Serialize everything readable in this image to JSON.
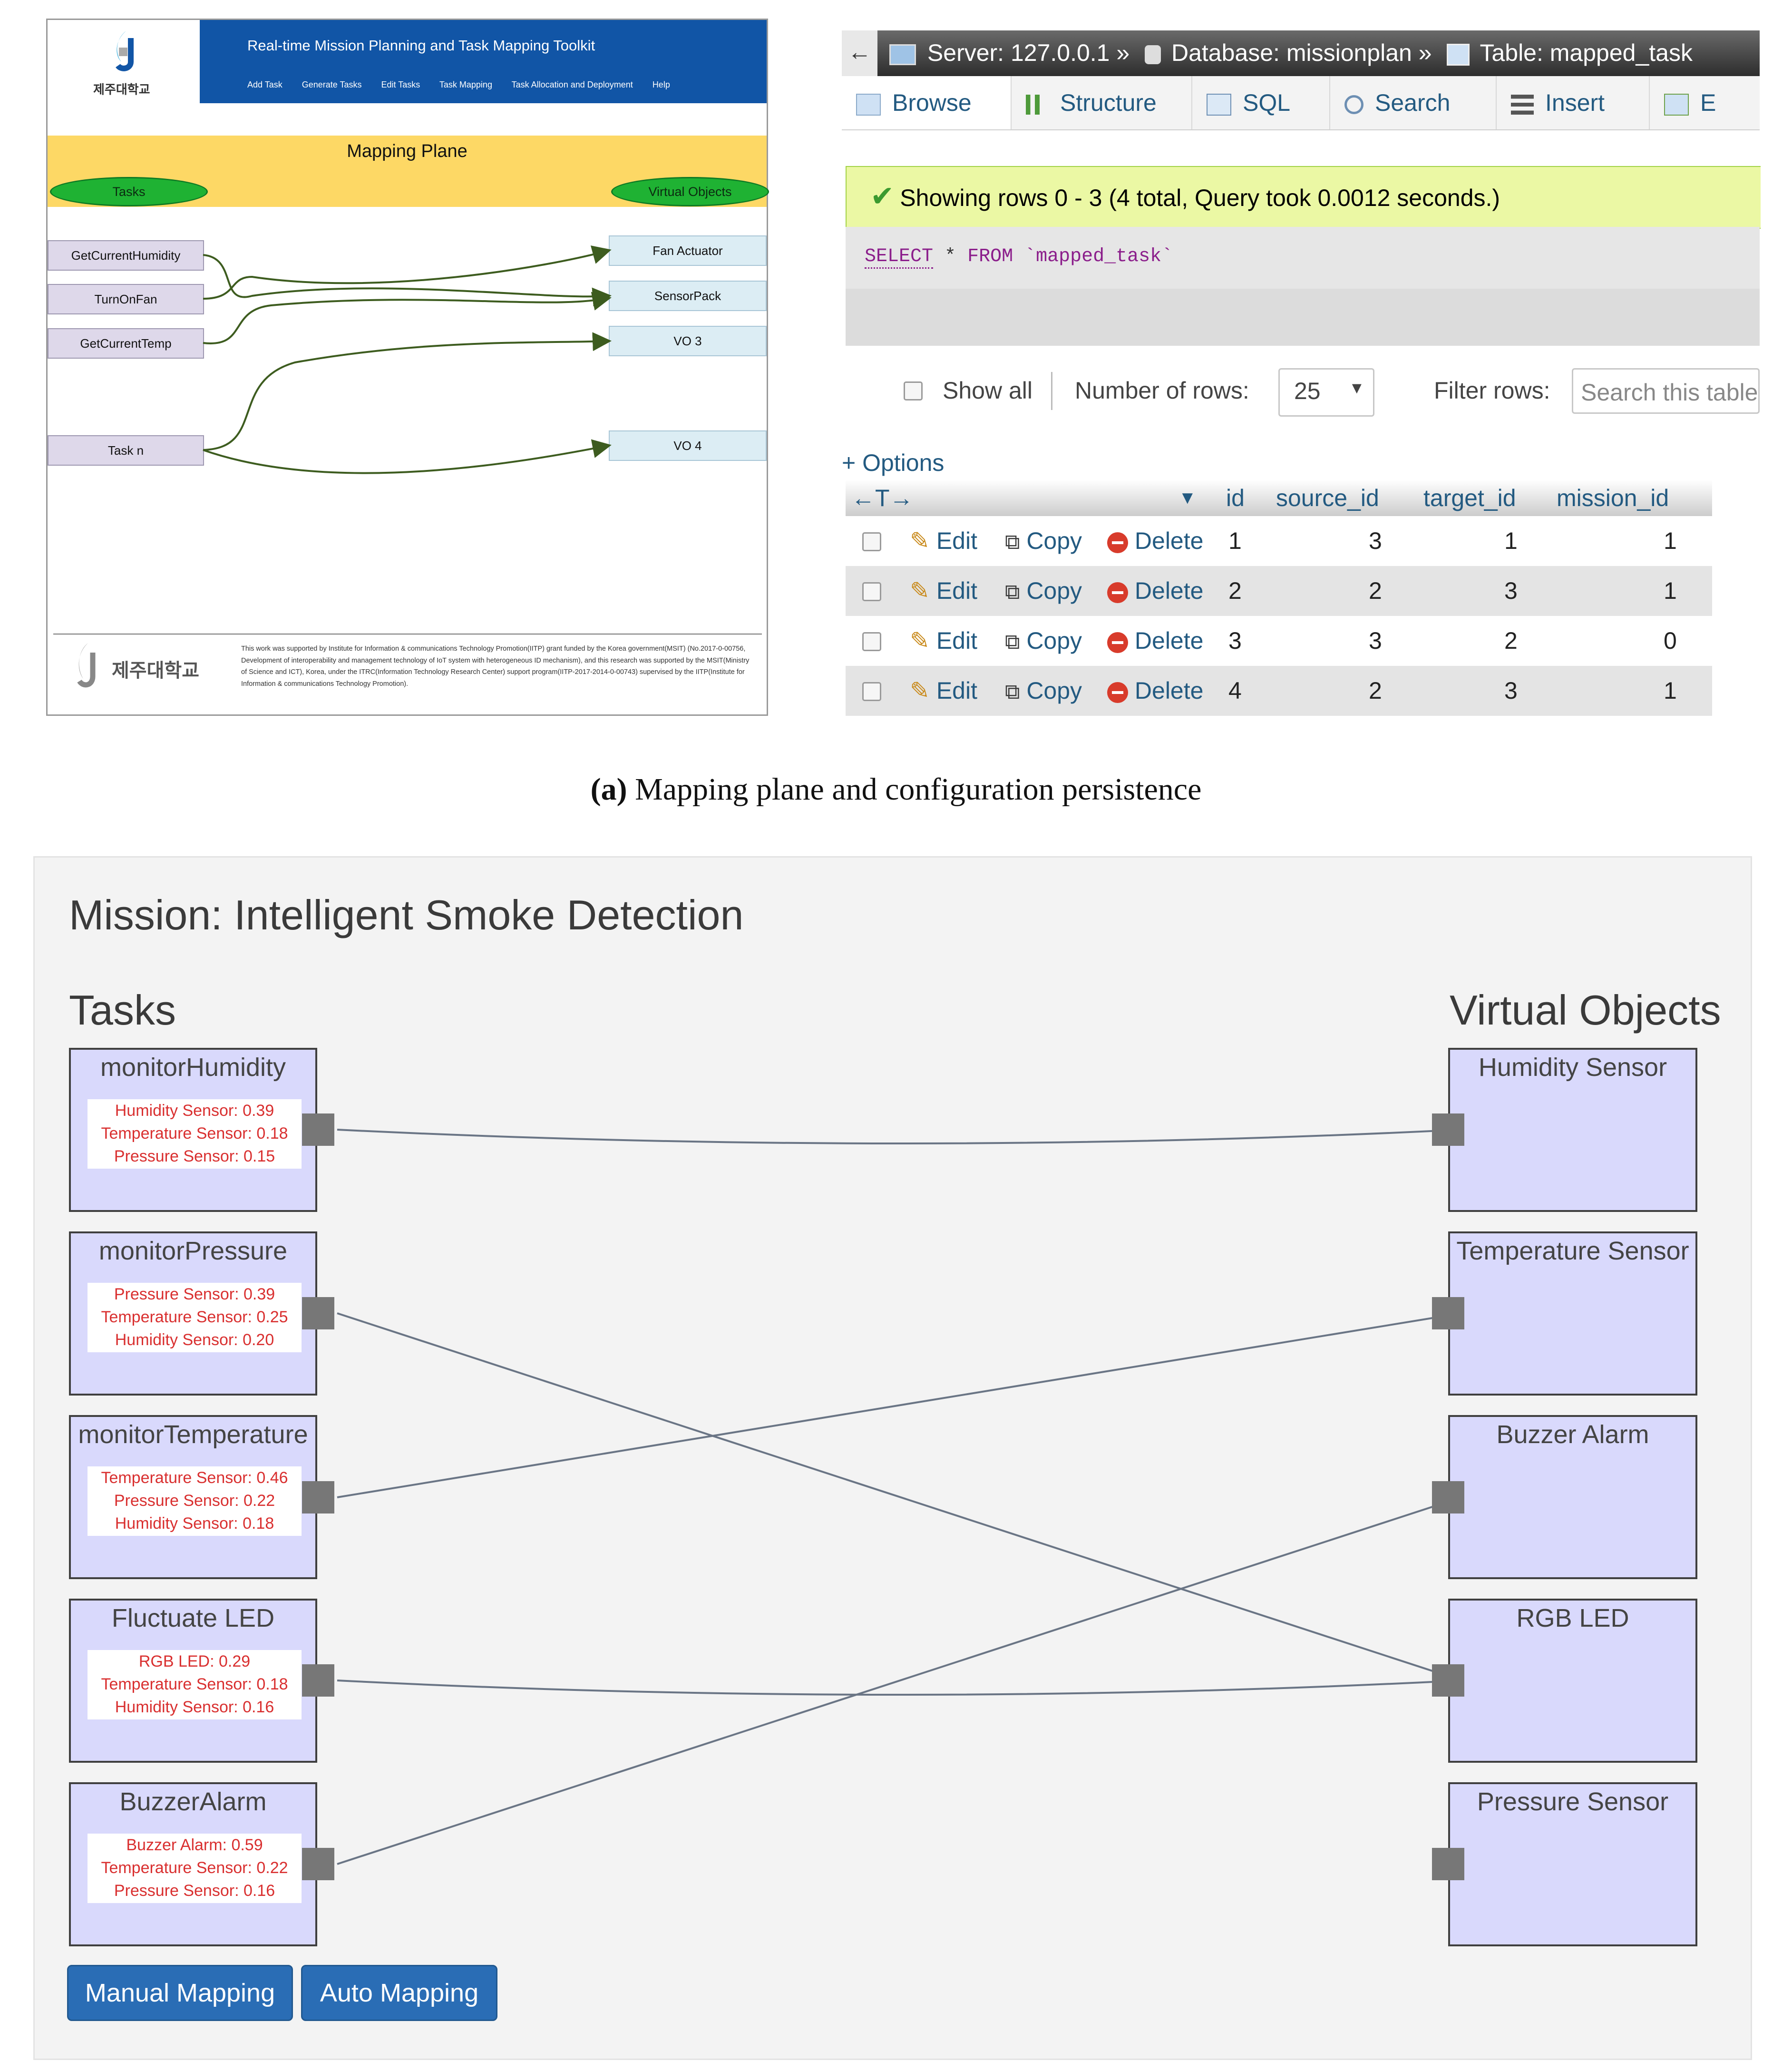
{
  "toolkit": {
    "logo_text": "제주대학교",
    "header_title": "Real-time Mission Planning and Task Mapping Toolkit",
    "nav": [
      "Add Task",
      "Generate Tasks",
      "Edit Tasks",
      "Task Mapping",
      "Task Allocation and Deployment",
      "Help"
    ],
    "mapping_plane_title": "Mapping Plane",
    "tasks_label": "Tasks",
    "vo_label": "Virtual Objects",
    "tasks": [
      "GetCurrentHumidity",
      "TurnOnFan",
      "GetCurrentTemp",
      "Task n"
    ],
    "virtual_objects": [
      "Fan Actuator",
      "SensorPack",
      "VO 3",
      "VO 4"
    ],
    "footer_logo_text": "제주대학교",
    "footer_text": "This work was supported by Institute for Information & communications Technology Promotion(IITP) grant funded by the Korea government(MSIT) (No.2017-0-00756, Development of interoperability and management technology of IoT system with heterogeneous ID mechanism), and this research was supported by the MSIT(Ministry of Science and ICT), Korea, under the ITRC(Information Technology Research Center) support program(IITP-2017-2014-0-00743) supervised by the IITP(Institute for Information & communications Technology Promotion)."
  },
  "pma": {
    "back": "←",
    "server": "Server: 127.0.0.1 »",
    "database": "Database: missionplan »",
    "table": "Table: mapped_task",
    "tabs": [
      "Browse",
      "Structure",
      "SQL",
      "Search",
      "Insert",
      "E"
    ],
    "success": "Showing rows 0 - 3 (4 total, Query took 0.0012 seconds.)",
    "sql_select": "SELECT",
    "sql_star": "*",
    "sql_from": "FROM",
    "sql_table": "`mapped_task`",
    "show_all": "Show all",
    "num_rows_label": "Number of rows:",
    "num_rows_value": "25",
    "filter_label": "Filter rows:",
    "filter_placeholder": "Search this table",
    "options": "+ Options",
    "col_arrows": "←T→",
    "columns": [
      "id",
      "source_id",
      "target_id",
      "mission_id"
    ],
    "action_edit": "Edit",
    "action_copy": "Copy",
    "action_delete": "Delete",
    "rows": [
      {
        "id": "1",
        "source_id": "3",
        "target_id": "1",
        "mission_id": "1"
      },
      {
        "id": "2",
        "source_id": "2",
        "target_id": "3",
        "mission_id": "1"
      },
      {
        "id": "3",
        "source_id": "3",
        "target_id": "2",
        "mission_id": "0"
      },
      {
        "id": "4",
        "source_id": "2",
        "target_id": "3",
        "mission_id": "1"
      }
    ]
  },
  "caption": {
    "label": "(a)",
    "text": "Mapping plane and configuration persistence"
  },
  "mission": {
    "title": "Mission: Intelligent Smoke Detection",
    "tasks_heading": "Tasks",
    "vo_heading": "Virtual Objects",
    "tasks": [
      {
        "name": "monitorHumidity",
        "probs": [
          "Humidity Sensor: 0.39",
          "Temperature Sensor: 0.18",
          "Pressure Sensor: 0.15"
        ]
      },
      {
        "name": "monitorPressure",
        "probs": [
          "Pressure Sensor: 0.39",
          "Temperature Sensor: 0.25",
          "Humidity Sensor: 0.20"
        ]
      },
      {
        "name": "monitorTemperature",
        "probs": [
          "Temperature Sensor: 0.46",
          "Pressure Sensor: 0.22",
          "Humidity Sensor: 0.18"
        ]
      },
      {
        "name": "Fluctuate LED",
        "probs": [
          "RGB LED: 0.29",
          "Temperature Sensor: 0.18",
          "Humidity Sensor: 0.16"
        ]
      },
      {
        "name": "BuzzerAlarm",
        "probs": [
          "Buzzer Alarm: 0.59",
          "Temperature Sensor: 0.22",
          "Pressure Sensor: 0.16"
        ]
      }
    ],
    "virtual_objects": [
      "Humidity Sensor",
      "Temperature Sensor",
      "Buzzer Alarm",
      "RGB LED",
      "Pressure Sensor"
    ],
    "manual_button": "Manual Mapping",
    "auto_button": "Auto Mapping",
    "colors": {
      "box": "#d9d9fc",
      "prob_text": "#d92f2f",
      "button": "#2a6db5",
      "link": "#6a7585"
    }
  }
}
